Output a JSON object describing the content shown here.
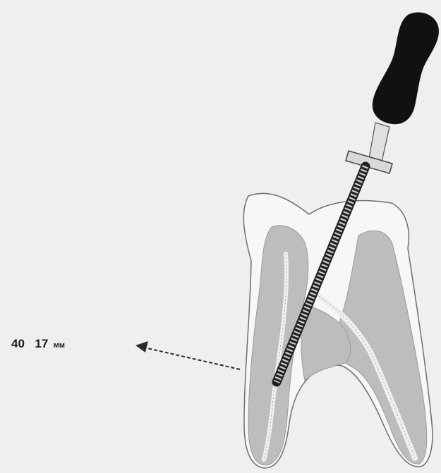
{
  "figure": {
    "file_size": "40",
    "working_length": "17",
    "unit": "мм"
  },
  "colors": {
    "background": "#efefef",
    "enamel": "#f7f7f7",
    "dentin": "#bdbdbd",
    "pulp": "#ededed",
    "outline": "#6e6e6e",
    "handle": "#111111",
    "file": "#222222"
  }
}
